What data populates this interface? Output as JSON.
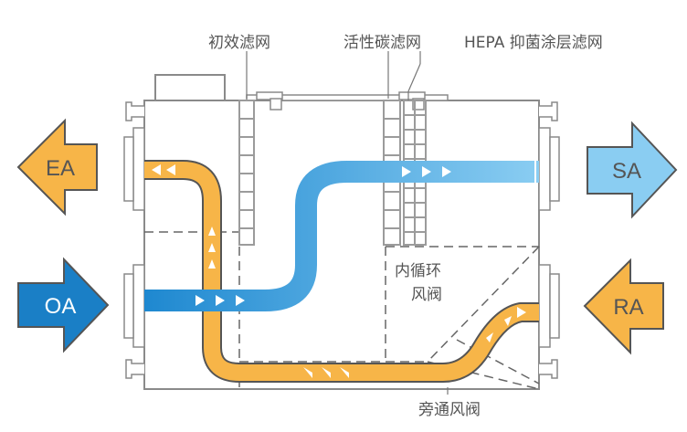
{
  "filter_labels": {
    "primary": "初效滤网",
    "carbon": "活性碳滤网",
    "hepa": "HEPA 抑菌涂层滤网"
  },
  "damper_labels": {
    "recirculation_line1": "内循环",
    "recirculation_line2": "风阀",
    "bypass": "旁通风阀"
  },
  "ports": {
    "ea": "EA",
    "oa": "OA",
    "sa": "SA",
    "ra": "RA"
  },
  "colors": {
    "orange": "#F7B548",
    "orange_fill": "#F7B548",
    "arrow_stroke": "#555555",
    "blue_dark": "#1E88D0",
    "blue_light": "#8ACDF2",
    "oa_fill": "#1A7FC6",
    "sa_fill": "#8ACDF2",
    "outline": "#8a8a8a",
    "filter_gray": "#9b9b9b",
    "label_gray": "#555555"
  }
}
